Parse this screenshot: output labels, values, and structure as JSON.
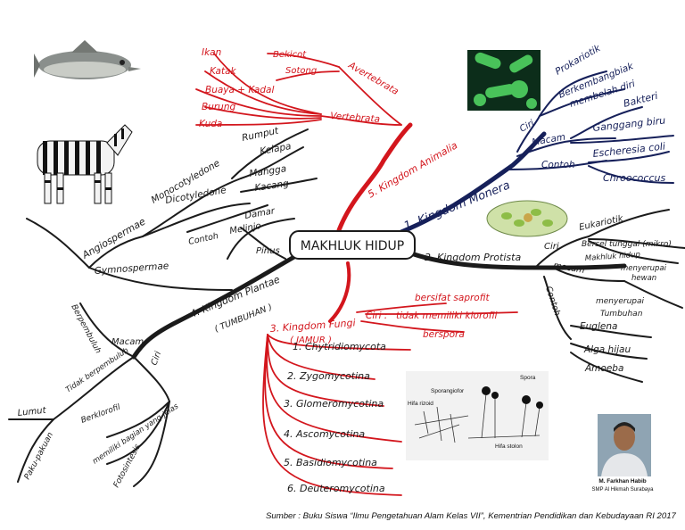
{
  "center": "MAKHLUK HIDUP",
  "kingdoms": {
    "monera": {
      "title": "1. Kingdom Monera",
      "ciri_label": "Ciri",
      "ciri_items": [
        "Prokariotik",
        "Berkembangbiak",
        "membelah diri"
      ],
      "macam_label": "Macam",
      "macam_items": [
        "Bakteri",
        "Ganggang biru"
      ],
      "contoh_label": "Contoh",
      "contoh_items": [
        "Escheresia coli",
        "Chroococcus"
      ]
    },
    "protista": {
      "title": "2. Kingdom Protista",
      "ciri_label": "Ciri",
      "ciri_items": [
        "Eukariotik",
        "Bersel tunggal (mikro)",
        "Makhluk hidup",
        "menyerupai",
        "hewan"
      ],
      "macam_label": "macam",
      "macam_items": [
        "menyerupai",
        "Tumbuhan"
      ],
      "contoh_label": "Contoh",
      "contoh_items": [
        "Euglena",
        "Alga hijau",
        "Amoeba"
      ]
    },
    "jamur": {
      "title": "3. Kingdom Fungi",
      "subtitle": "( JAMUR )",
      "ciri_label": "Ciri :",
      "ciri_items": [
        "bersifat saprofit",
        "tidak memiliki klorofil",
        "berspora"
      ],
      "items": [
        "1. Chytridiomycota",
        "2. Zygomycotina",
        "3. Glomeromycotina",
        "4. Ascomycotina",
        "5. Basidiomycotina",
        "6. Deuteromycotina"
      ]
    },
    "plantae": {
      "title": "4. Kingdom Plantae",
      "subtitle": "( TUMBUHAN )",
      "angiospermae": "Angiospermae",
      "monocot": "Monocotyledone",
      "monocot_items": [
        "Rumput",
        "Kelapa"
      ],
      "dicot": "Dicotyledone",
      "dicot_items": [
        "Mangga",
        "Kacang"
      ],
      "gymnospermae": "Gymnospermae",
      "contoh_label": "Contoh",
      "gymno_items": [
        "Damar",
        "Melinjo",
        "Pinus"
      ],
      "berpembuluh": "Berpembuluh",
      "macam_label": "Macam",
      "tidak_berpembuluh": "Tidak berpembuluh",
      "lumut": "Lumut",
      "paku": "Paku-pakuan",
      "ciri_label": "Ciri",
      "ciri_items": [
        "Berklorofil",
        "memiliki bagian yang jelas",
        "Fotosintesis"
      ]
    },
    "animalia": {
      "title": "5. Kingdom Animalia",
      "avertebrata": "Avertebrata",
      "avert_items": [
        "Bekicot",
        "Sotong"
      ],
      "vertebrata": "Vertebrata",
      "vert_items": [
        "Ikan",
        "Katak",
        "Buaya + Kadal",
        "Burung",
        "Kuda"
      ]
    }
  },
  "fungi_figure": {
    "labels": [
      "Sporangiofor",
      "Spora",
      "Hifa rizoid",
      "Hifa stolon"
    ]
  },
  "author": {
    "name": "M. Farkhan Habib",
    "school": "SMP Al Hikmah Surabaya"
  },
  "caption": "Sumber : Buku Siswa “Ilmu Pengetahuan Alam Kelas VII”, Kementrian Pendidikan dan Kebudayaan RI 2017",
  "colors": {
    "black_branch": "#1b1b1b",
    "red_branch": "#d3161d",
    "navy_branch": "#16205a"
  }
}
